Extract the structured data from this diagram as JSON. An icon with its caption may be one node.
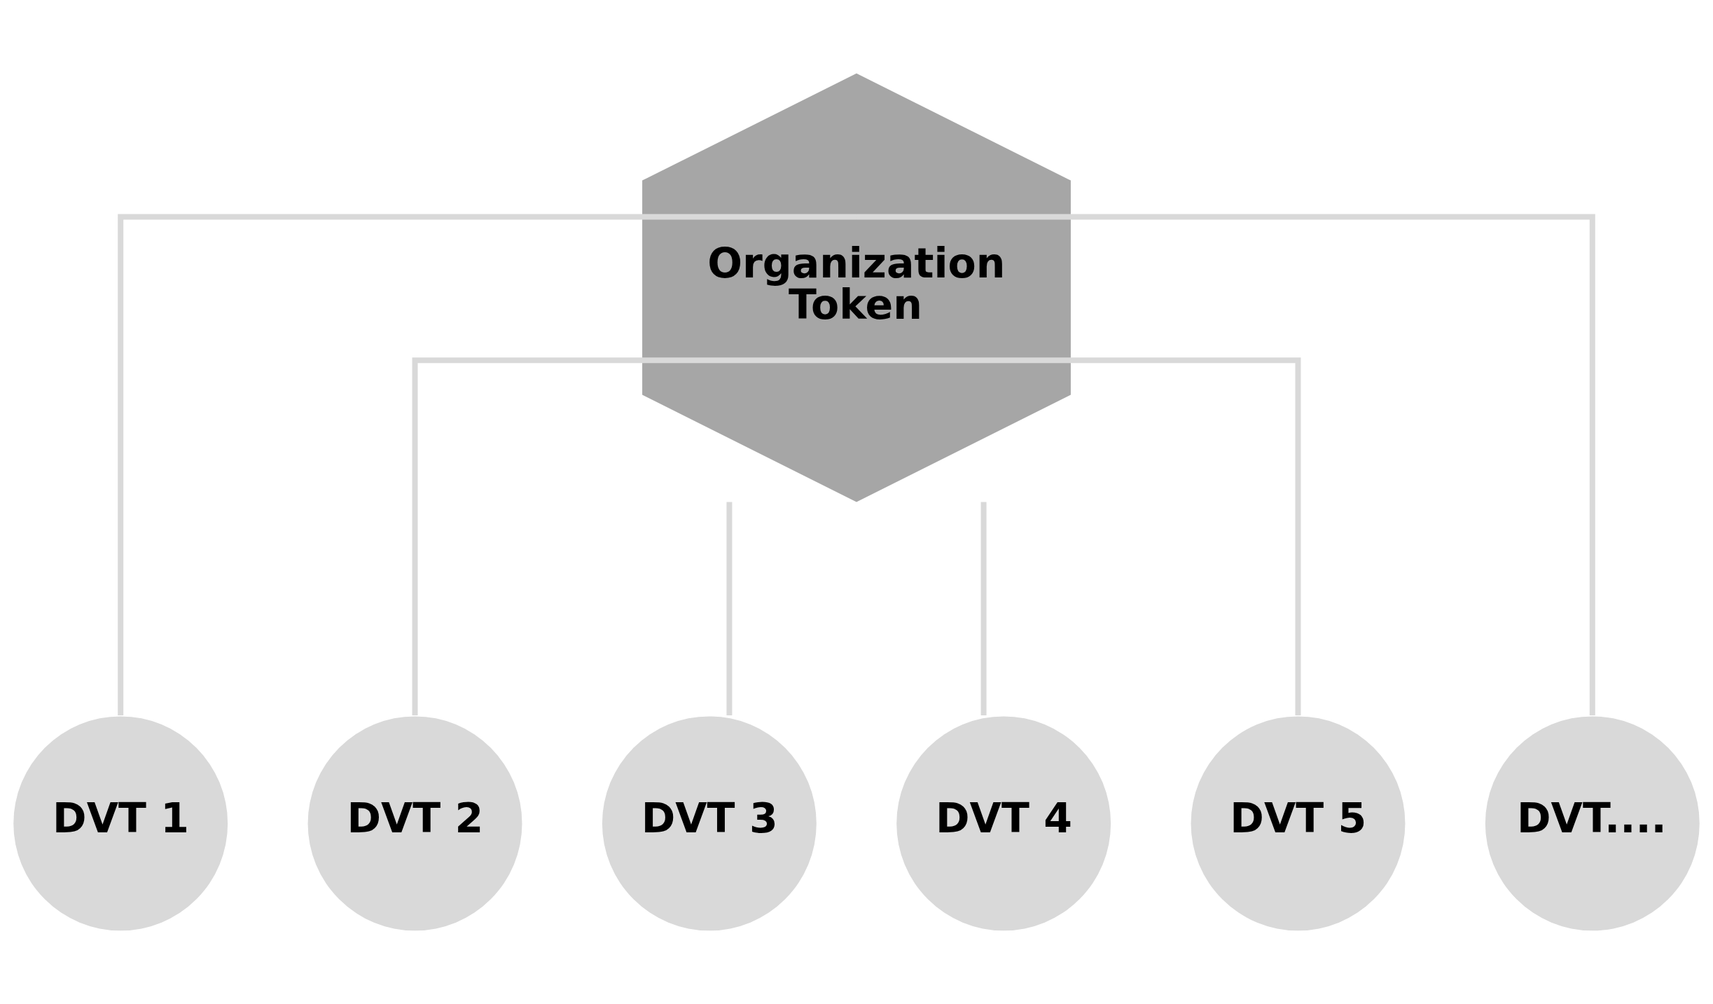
{
  "diagram": {
    "nodes": [
      {
        "text": [
          "Organization Token"
        ]
      },
      {
        "text": [
          "DVT 1"
        ]
      },
      {
        "text": [
          "DVT 2"
        ]
      },
      {
        "text": [
          "DVT 3"
        ]
      },
      {
        "text": [
          "DVT 4"
        ]
      },
      {
        "text": [
          "DVT 5"
        ]
      },
      {
        "text": [
          "DVT...."
        ]
      }
    ],
    "edges": [
      {
        "from": 0,
        "to": 1,
        "arrow": "none"
      },
      {
        "from": 0,
        "to": 2,
        "arrow": "none"
      },
      {
        "from": 0,
        "to": 3,
        "arrow": "none"
      },
      {
        "from": 0,
        "to": 4,
        "arrow": "none"
      },
      {
        "from": 0,
        "to": 5,
        "arrow": "none"
      },
      {
        "from": 0,
        "to": 6,
        "arrow": "none"
      }
    ]
  }
}
